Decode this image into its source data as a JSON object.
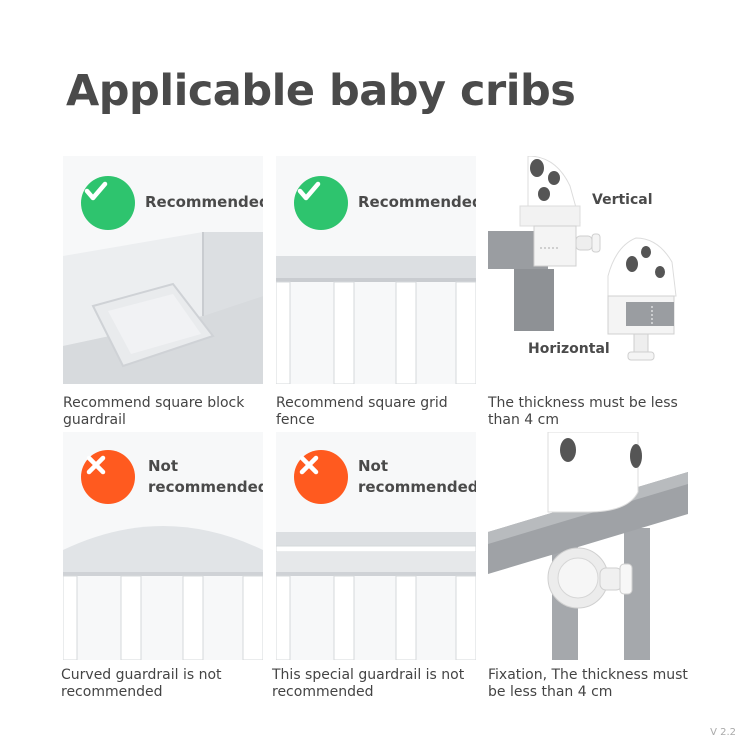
{
  "title": "Applicable baby cribs",
  "cards": [
    {
      "status": "Recommended",
      "caption": "Recommend square block guardrail"
    },
    {
      "status": "Recommended",
      "caption": "Recommend square grid fence"
    },
    {
      "tags": [
        "Vertical",
        "Horizontal"
      ],
      "caption": "The thickness must be less than 4 cm"
    },
    {
      "status_line1": "Not",
      "status_line2": "recommended",
      "caption": "Curved guardrail is not recommended"
    },
    {
      "status_line1": "Not",
      "status_line2": "recommended",
      "caption": "This special guardrail is not recommended"
    },
    {
      "caption": "Fixation, The thickness must be less than 4 cm"
    }
  ],
  "icons": {
    "ok": "check-icon",
    "no": "cross-icon"
  },
  "colors": {
    "ok": "#2ec46e",
    "no": "#ff5a1f",
    "text": "#4a4a4a"
  },
  "version": "V 2.2"
}
